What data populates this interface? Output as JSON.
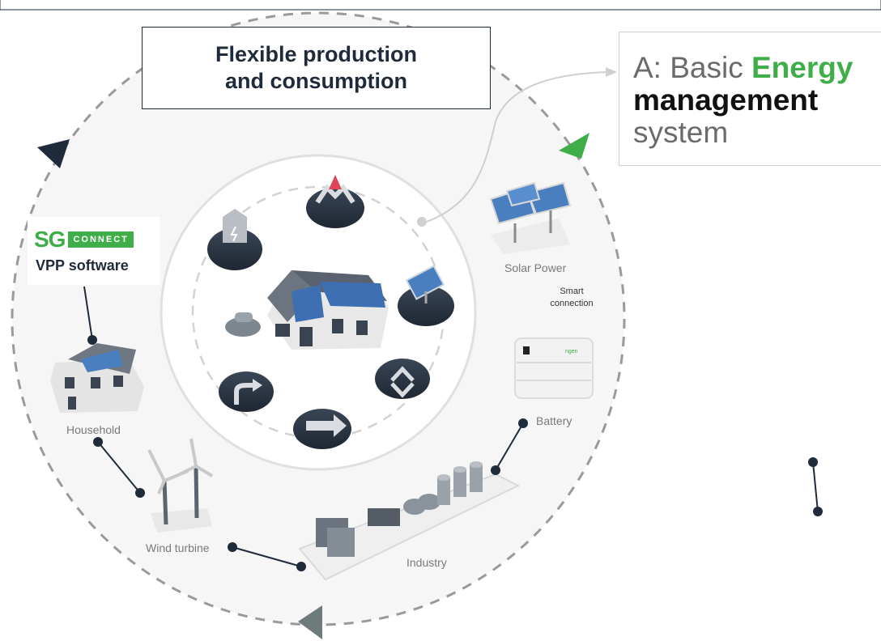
{
  "header": {
    "title_line1": "Flexible production",
    "title_line2": "and consumption"
  },
  "ems": {
    "prefix": "A: Basic ",
    "highlight": "Energy",
    "bold": "management",
    "suffix": "system"
  },
  "sgconnect": {
    "logo_sg": "SG",
    "logo_connect": "CONNECT",
    "subtitle": "VPP software"
  },
  "nodes": {
    "solar": "Solar Power",
    "smart_line1": "Smart",
    "smart_line2": "connection",
    "battery": "Battery",
    "household": "Household",
    "wind": "Wind turbine",
    "industry": "Industry"
  },
  "colors": {
    "navy": "#1f2b3a",
    "green": "#3fae49",
    "grey_arrow": "#6e7b7b",
    "dash": "#9a9a9a"
  }
}
